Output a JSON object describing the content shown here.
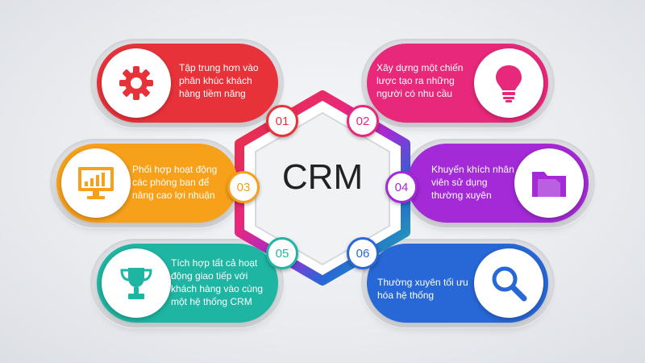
{
  "center": {
    "label": "CRM"
  },
  "items": [
    {
      "num": "01",
      "text": [
        "Tập trung hơn vào",
        "phân khúc khách",
        "hàng tiềm năng"
      ],
      "color": "#e8323a",
      "icon": "gear-icon"
    },
    {
      "num": "02",
      "text": [
        "Xây dựng một chiến",
        "lược tạo ra những",
        "người có nhu cầu"
      ],
      "color": "#e8287a",
      "icon": "lightbulb-icon"
    },
    {
      "num": "03",
      "text": [
        "Phối hợp hoạt động",
        "các phòng ban để",
        "nâng cao lợi nhuận"
      ],
      "color": "#f7a01a",
      "icon": "monitor-chart-icon"
    },
    {
      "num": "04",
      "text": [
        "Khuyến khích nhân",
        "viên sử dụng",
        "thường xuyên"
      ],
      "color": "#a32ad6",
      "icon": "folder-icon"
    },
    {
      "num": "05",
      "text": [
        "Tích hợp tất cả hoạt",
        "động giao tiếp với",
        "khách hàng vào cùng",
        "một hệ thống CRM"
      ],
      "color": "#1fb5a3",
      "icon": "trophy-icon"
    },
    {
      "num": "06",
      "text": [
        "Thường xuyên tối ưu",
        "hóa hệ thống"
      ],
      "color": "#2867d6",
      "icon": "magnifier-icon"
    }
  ]
}
